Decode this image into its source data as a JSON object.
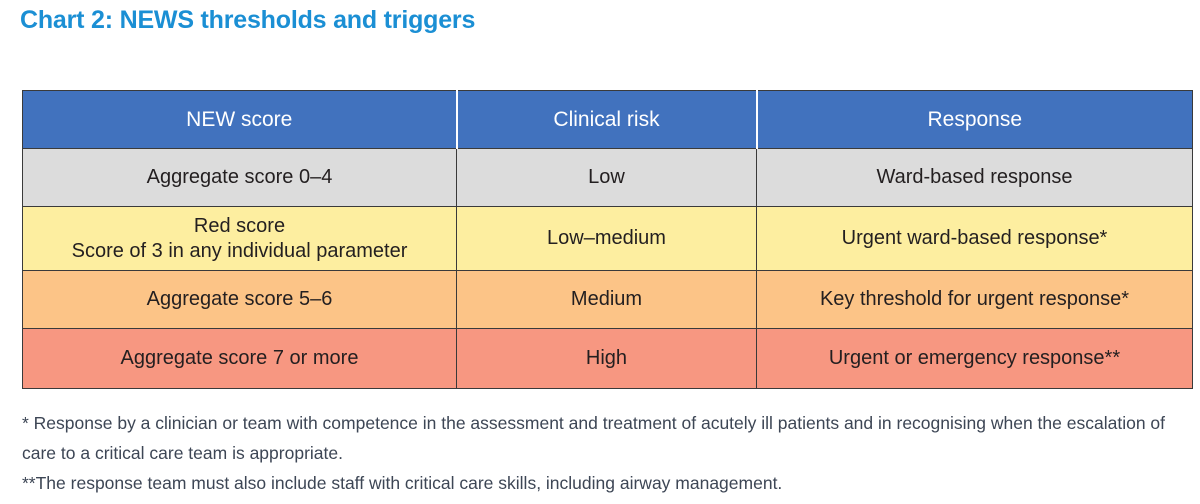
{
  "title": "Chart 2: NEWS thresholds and triggers",
  "table": {
    "headers": [
      "NEW score",
      "Clinical risk",
      "Response"
    ],
    "rows": [
      {
        "key": "low",
        "score_lines": [
          "Aggregate score 0–4"
        ],
        "risk": "Low",
        "response": "Ward-based response",
        "color": "#dcdcdc"
      },
      {
        "key": "lowmed",
        "score_lines": [
          "Red score",
          "Score of 3 in any individual parameter"
        ],
        "risk": "Low–medium",
        "response": "Urgent ward-based response*",
        "color": "#fdeea0"
      },
      {
        "key": "medium",
        "score_lines": [
          "Aggregate score 5–6"
        ],
        "risk": "Medium",
        "response": "Key threshold for urgent response*",
        "color": "#fcc487"
      },
      {
        "key": "high",
        "score_lines": [
          "Aggregate score 7 or more"
        ],
        "risk": "High",
        "response": "Urgent or emergency response**",
        "color": "#f79781"
      }
    ],
    "header_color": "#4172be",
    "header_text_color": "#ffffff"
  },
  "footnotes": [
    "* Response by a clinician or team with competence in the assessment and treatment of acutely ill patients and in recognising when the escalation of care to a critical care team is appropriate.",
    "**The response team must also include staff with critical care skills, including airway management."
  ],
  "colors": {
    "title": "#1b8fd4",
    "border": "#3a3a3a",
    "body_text": "#231f20",
    "footnote_text": "#3d4655"
  }
}
